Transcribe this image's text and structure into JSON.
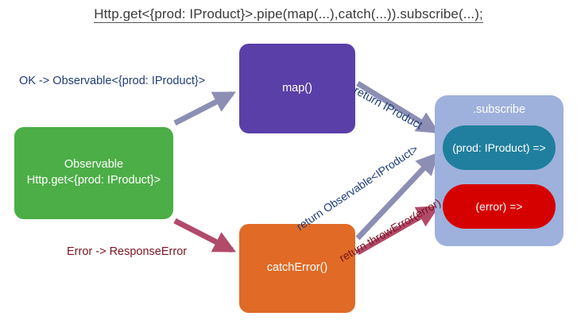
{
  "title": "Http.get<{prod: IProduct}>.pipe(map(...),catch(...)).subscribe(...);",
  "nodes": {
    "observable": {
      "line1": "Observable",
      "line2": "Http.get<{prod: IProduct}>"
    },
    "map": "map()",
    "catch_error": "catchError()",
    "subscribe": {
      "title": ".subscribe",
      "success": "(prod: IProduct) =>",
      "error": "(error) =>"
    }
  },
  "edge_labels": {
    "ok": "OK -> Observable<{prod: IProduct}>",
    "error": "Error -> ResponseError",
    "return_iproduct": "return IProduct",
    "return_observable": "return Observable<IProduct>",
    "return_throw": "return throwError(error)"
  },
  "colors": {
    "observable": "#4cae47",
    "map": "#5a3fa8",
    "catch_error": "#e06a26",
    "subscribe": "#9db1dc",
    "success": "#207f9e",
    "error": "#d50000",
    "arrow_ok": "#8c8fb3",
    "arrow_error": "#b24a6a"
  }
}
